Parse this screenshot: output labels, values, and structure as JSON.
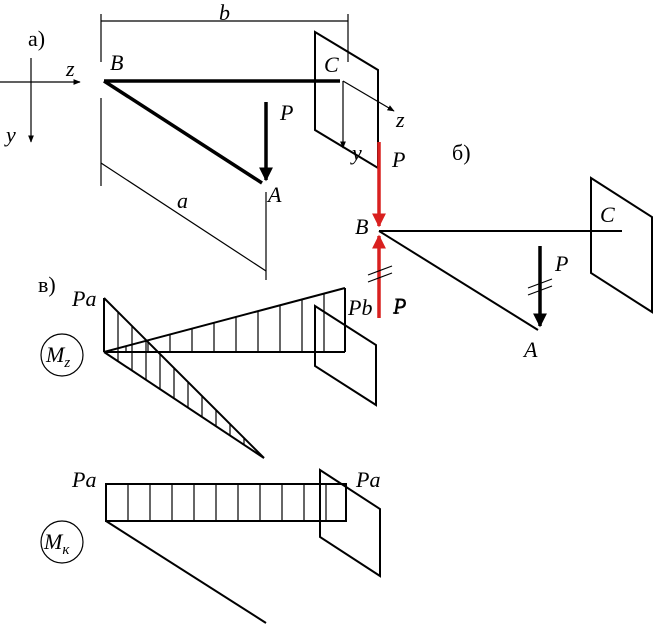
{
  "labels": {
    "part_a": "а)",
    "part_b": "б)",
    "part_v": "в)",
    "b": "b",
    "a": "a",
    "B": "B",
    "C": "C",
    "A": "A",
    "P": "P",
    "z": "z",
    "y": "y",
    "Pa": "Pa",
    "Pb": "Pb",
    "M": "M",
    "z_sub": "z",
    "k_sub": "к"
  }
}
